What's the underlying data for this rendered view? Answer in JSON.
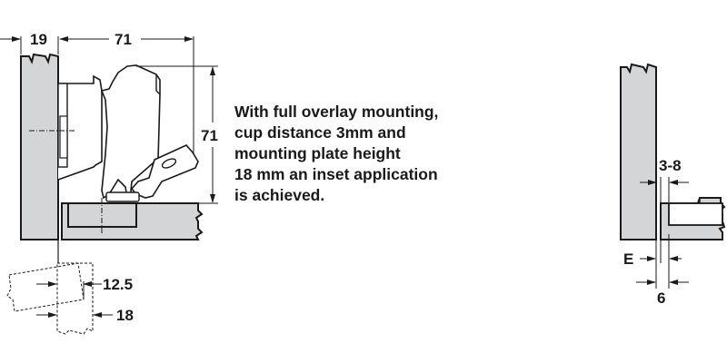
{
  "diagram": {
    "left_view": {
      "dimensions": {
        "panel_thickness": "19",
        "hinge_depth": "71",
        "hinge_height": "71",
        "door_offset_a": "12.5",
        "door_offset_b": "18"
      }
    },
    "description": {
      "lines": [
        "With full overlay mounting,",
        "cup distance 3mm and",
        "mounting plate height",
        "18 mm an inset application",
        "is achieved."
      ]
    },
    "right_view": {
      "dimensions": {
        "gap": "3-8",
        "edge": "E",
        "width": "6"
      }
    },
    "colors": {
      "panel_fill": "#d4d5d7",
      "line": "#1a1a1a",
      "background": "#ffffff"
    }
  }
}
